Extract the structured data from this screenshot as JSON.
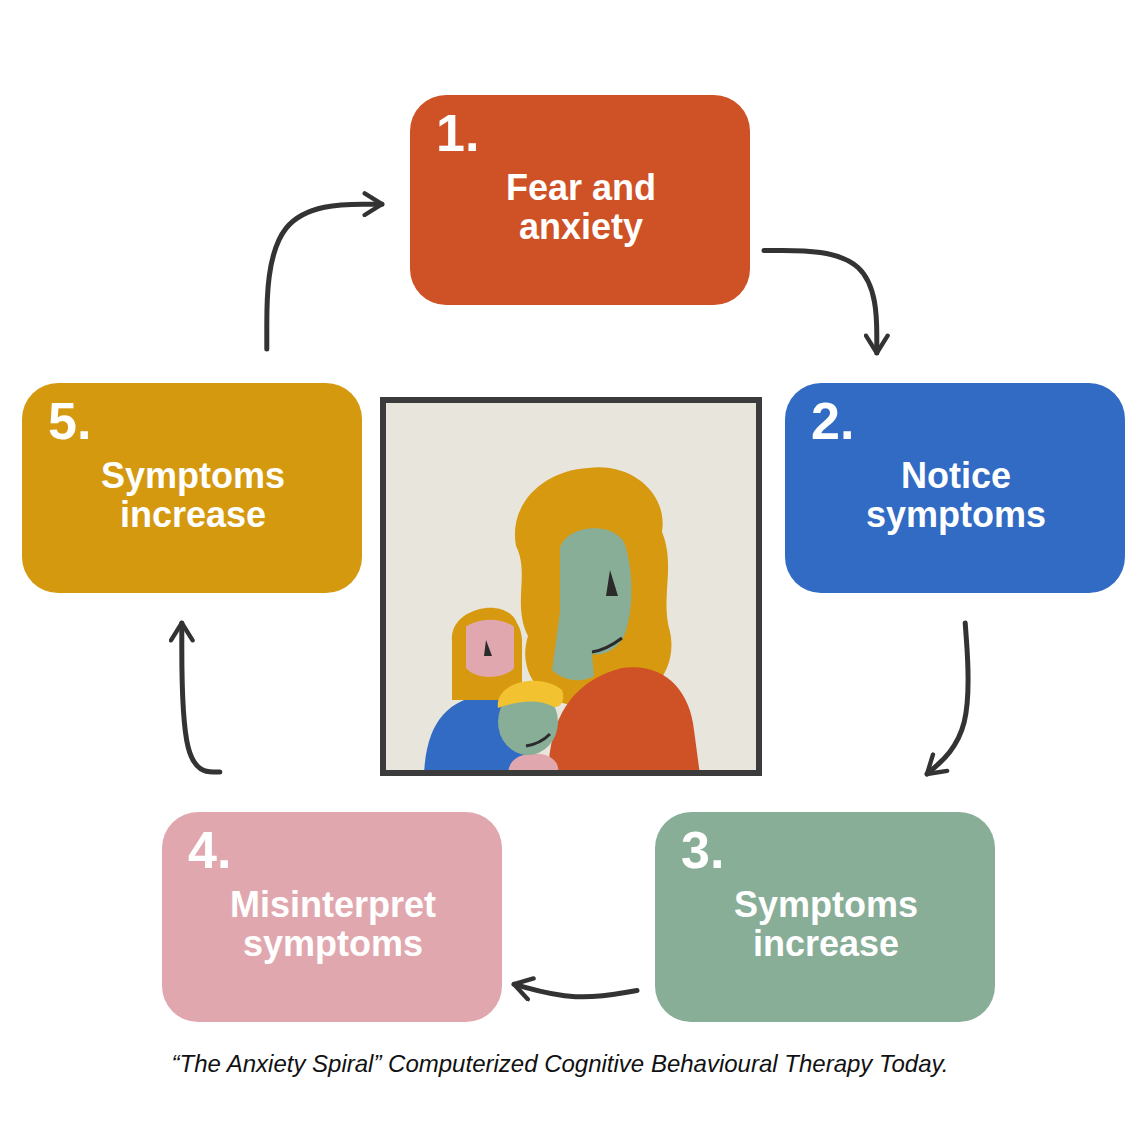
{
  "diagram": {
    "caption": "“The Anxiety Spiral” Computerized Cognitive Behavioural Therapy Today.",
    "nodes": [
      {
        "text": [
          "1.",
          "Fear and anxiety"
        ]
      },
      {
        "text": [
          "2.",
          "Notice symptoms"
        ]
      },
      {
        "text": [
          "3.",
          "Symptoms increase"
        ]
      },
      {
        "text": [
          "4.",
          "Misinterpret symptoms"
        ]
      },
      {
        "text": [
          "5.",
          "Symptoms increase"
        ]
      }
    ],
    "edges": [
      {
        "from": 0,
        "to": 1,
        "arrow": "to"
      },
      {
        "from": 1,
        "to": 2,
        "arrow": "to"
      },
      {
        "from": 2,
        "to": 3,
        "arrow": "to"
      },
      {
        "from": 3,
        "to": 4,
        "arrow": "to"
      },
      {
        "from": 4,
        "to": 0,
        "arrow": "to"
      }
    ]
  }
}
